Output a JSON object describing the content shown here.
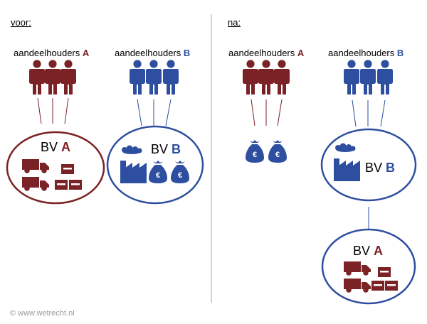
{
  "colors": {
    "red": "#7b2226",
    "blue": "#2e4fa0",
    "divider": "#aaaaaa",
    "credit": "#9a9a9a"
  },
  "headings": {
    "before": "voor:",
    "after": "na:"
  },
  "holders": {
    "label": "aandeelhouders",
    "a": "A",
    "b": "B"
  },
  "bv": {
    "prefix": "BV",
    "a": "A",
    "b": "B"
  },
  "icons": {
    "person": "person-icon",
    "truck": "truck-icon",
    "box": "box-icon",
    "factory": "factory-icon",
    "moneybag": "money-bag-icon",
    "currency": "€"
  },
  "credit": "© www.wetrecht.nl"
}
